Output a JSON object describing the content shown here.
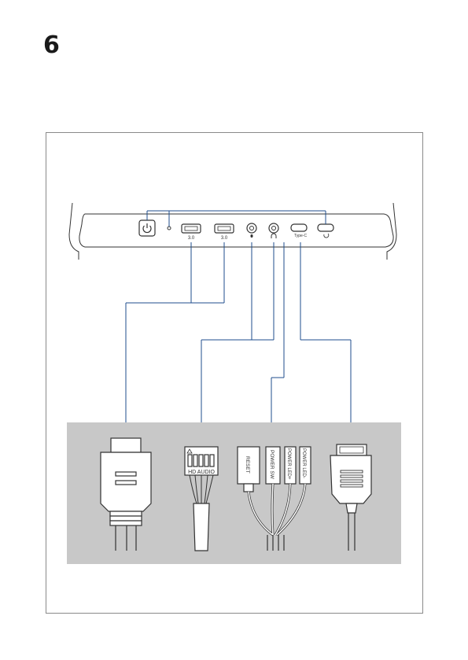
{
  "page": {
    "step_number": "6"
  },
  "front_panel": {
    "usb_left_label": "3.0",
    "usb_right_label": "3.0",
    "typec_label": "Type-C"
  },
  "connectors": {
    "hd_audio": "HD AUDIO",
    "reset": "RESET",
    "power_sw": "POWER SW",
    "power_led_plus": "POWER LED+",
    "power_led_minus": "POWER LED-"
  },
  "colors": {
    "wire": "#1f4e8c",
    "connector_panel": "#c8c8c8",
    "outline": "#333333"
  },
  "icons": [
    "power-icon",
    "warning-triangle-icon",
    "microphone-icon",
    "headphones-icon",
    "reset-icon"
  ]
}
